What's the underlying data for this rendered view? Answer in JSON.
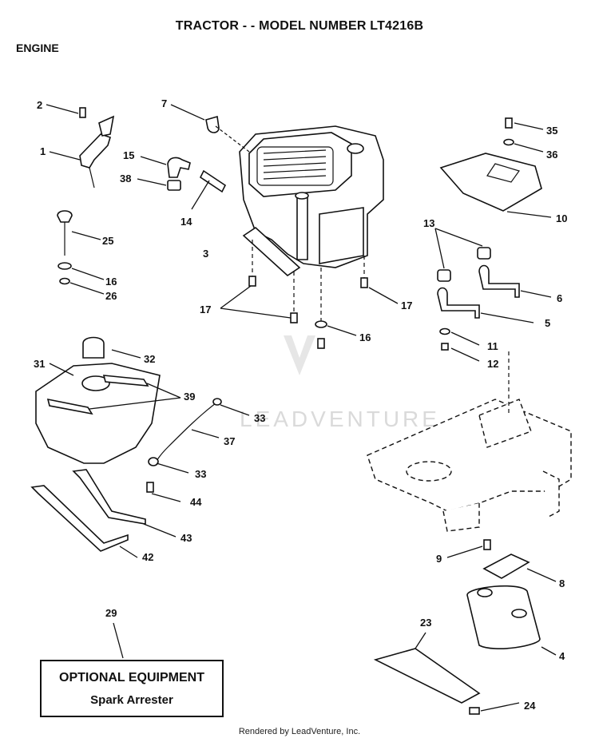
{
  "header": {
    "title": "TRACTOR - - MODEL NUMBER LT4216B",
    "section": "ENGINE"
  },
  "watermark": "LEADVENTURE",
  "callouts": [
    "1",
    "2",
    "3",
    "4",
    "5",
    "6",
    "7",
    "8",
    "9",
    "10",
    "11",
    "12",
    "13",
    "14",
    "15",
    "16",
    "16",
    "17",
    "17",
    "23",
    "24",
    "25",
    "26",
    "29",
    "31",
    "32",
    "33",
    "33",
    "35",
    "36",
    "37",
    "38",
    "39",
    "42",
    "43",
    "44"
  ],
  "optional_box": {
    "title": "OPTIONAL EQUIPMENT",
    "item": "Spark Arrester"
  },
  "footer": "Rendered by LeadVenture, Inc."
}
